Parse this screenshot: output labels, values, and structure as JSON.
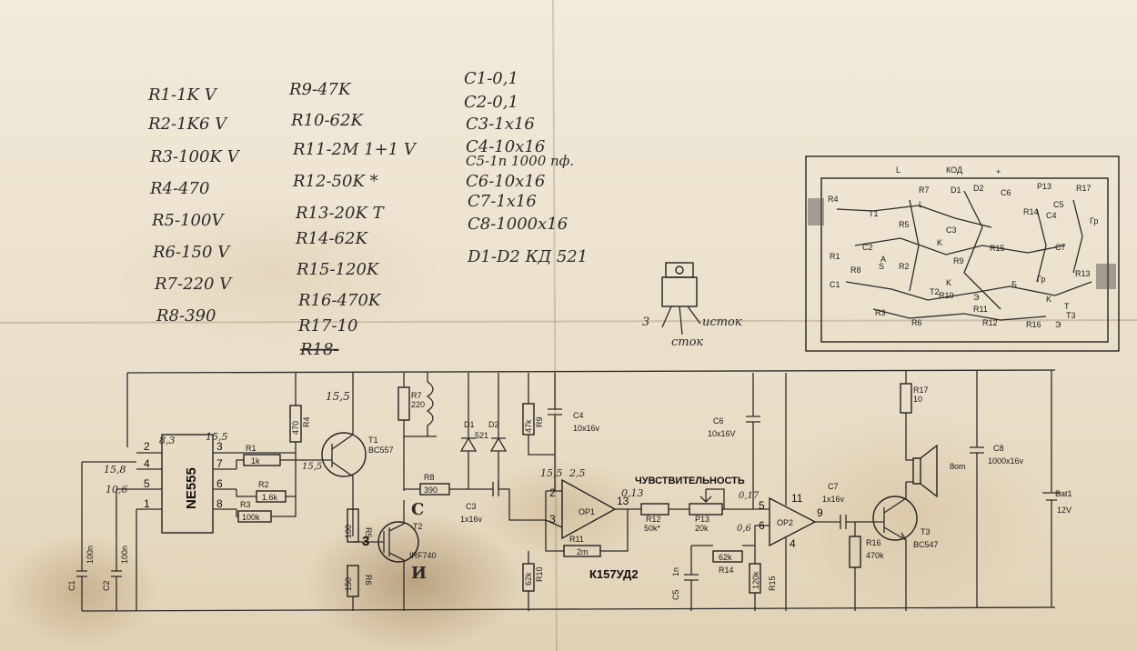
{
  "parts_list": {
    "col1": [
      "R1-1K V",
      "R2-1K6 V",
      "R3-100K V",
      "R4-470",
      "R5-100V",
      "R6-150 V",
      "R7-220 V",
      "R8-390"
    ],
    "col2": [
      "R9-47K",
      "R10-62K",
      "R11-2M 1+1 V",
      "R12-50K *",
      "R13-20K T",
      "R14-62K",
      "R15-120K",
      "R16-470K",
      "R17-10",
      "R18-"
    ],
    "col3": [
      "C1-0,1",
      "C2-0,1",
      "C3-1x16",
      "C4-10x16",
      "C5-1n 1000 пф.",
      "C6-10x16",
      "C7-1x16",
      "C8-1000x16",
      "D1-D2 КД 521"
    ]
  },
  "pinout": {
    "left": "3",
    "right": "исток",
    "bottom": "сток"
  },
  "pcb": {
    "top_labels": [
      "L",
      "КОД",
      "+",
      "P13",
      "R17"
    ],
    "labels": [
      "R4",
      "T1",
      "R7",
      "D1",
      "D2",
      "C6",
      "C5",
      "R5",
      "C4",
      "R14",
      "C3",
      "L",
      "K",
      "Гр",
      "C2",
      "R1",
      "R9",
      "R2",
      "R15",
      "C7",
      "Гр",
      "C1",
      "R8",
      "R10",
      "Э",
      "K",
      "R13",
      "S",
      "K",
      "Б",
      "Т",
      "R3",
      "R6",
      "R11",
      "R12",
      "R16",
      "Э",
      "T3",
      "T2",
      "A"
    ]
  },
  "schematic": {
    "ic1": "NE555",
    "ic1_pins": [
      "2",
      "4",
      "5",
      "1",
      "3",
      "7",
      "6",
      "8"
    ],
    "voltages": [
      "8,3",
      "15,5",
      "15,8",
      "10,6",
      "15,5",
      "15,5",
      "15,5",
      "2,5",
      "0,13",
      "0,17",
      "0,6"
    ],
    "r1": "R1",
    "r1_val": "1k",
    "r2": "R2",
    "r2_val": "1.6k",
    "r3": "R3",
    "r3_val": "100k",
    "r4": "R4",
    "r4_val": "470",
    "t1": "T1",
    "t1_type": "BC557",
    "r7": "R7",
    "r7_val": "220",
    "d1": "D1",
    "d2": "D2",
    "d_type": "521",
    "r9": "R9",
    "r9_val": "47k",
    "c4": "C4",
    "c4_val": "10x16v",
    "r8": "R8",
    "r8_val": "390",
    "c3": "C3",
    "c3_val": "1x16v",
    "r5": "R5",
    "r5_val": "100",
    "r6": "R6",
    "r6_val": "150",
    "t2": "T2",
    "t2_type": "IRF740",
    "t2_pin": "3",
    "letter_c": "С",
    "letter_i": "И",
    "op1": "OP1",
    "op1_pins": [
      "2",
      "3",
      "13"
    ],
    "r11": "R11",
    "r11_val": "2m",
    "r10": "R10",
    "r10_val": "62k",
    "chip": "К157УД2",
    "sensitivity": "ЧУВСТВИТЕЛЬНОСТЬ",
    "r12": "R12",
    "r12_val": "50k*",
    "p13": "P13",
    "p13_val": "20k",
    "c6": "C6",
    "c6_val": "10x16V",
    "c5": "C5",
    "c5_val": "1n",
    "r14": "R14",
    "r14_val": "62k",
    "r15": "R15",
    "r15_val": "120k",
    "op2": "OP2",
    "op2_pins": [
      "5",
      "6",
      "11",
      "4",
      "9"
    ],
    "c7": "C7",
    "c7_val": "1x16v",
    "r16": "R16",
    "r16_val": "470k",
    "t3": "T3",
    "t3_type": "BC547",
    "r17": "R17",
    "r17_val": "10",
    "spk_val": "8om",
    "c8": "C8",
    "c8_val": "1000x16v",
    "bat": "Bat1",
    "bat_val": "12V",
    "c1": "C1",
    "c1_val": "100n",
    "c2": "C2",
    "c2_val": "100n"
  }
}
